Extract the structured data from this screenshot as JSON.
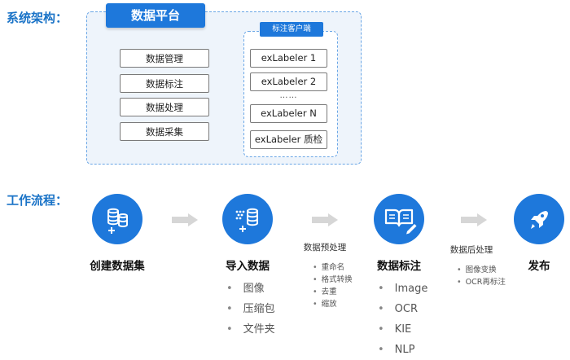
{
  "architecture": {
    "title": "系统架构：",
    "platform": {
      "title": "数据平台",
      "modules": [
        "数据管理",
        "数据标注",
        "数据处理",
        "数据采集"
      ]
    },
    "client": {
      "title": "标注客户端",
      "items": [
        "exLabeler 1",
        "exLabeler 2",
        "exLabeler N",
        "exLabeler 质检"
      ],
      "ellipsis": "……"
    }
  },
  "workflow": {
    "title": "工作流程：",
    "steps": [
      {
        "label": "创建数据集",
        "icon": "database-add-icon"
      },
      {
        "label": "导入数据",
        "icon": "import-data-icon",
        "items": [
          "图像",
          "压缩包",
          "文件夹"
        ]
      },
      {
        "label": "数据标注",
        "icon": "book-pencil-icon",
        "items": [
          "Image",
          "OCR",
          "KIE",
          "NLP"
        ]
      },
      {
        "label": "发布",
        "icon": "rocket-icon"
      }
    ],
    "preprocess": {
      "title": "数据预处理",
      "items": [
        "重命名",
        "格式转换",
        "去重",
        "缩放"
      ]
    },
    "postprocess": {
      "title": "数据后处理",
      "items": [
        "图像变换",
        "OCR再标注"
      ]
    }
  },
  "colors": {
    "accent": "#1e78db",
    "title": "#1a73c7",
    "arrow": "#d6d6d6",
    "panel": "#eef4fb"
  }
}
